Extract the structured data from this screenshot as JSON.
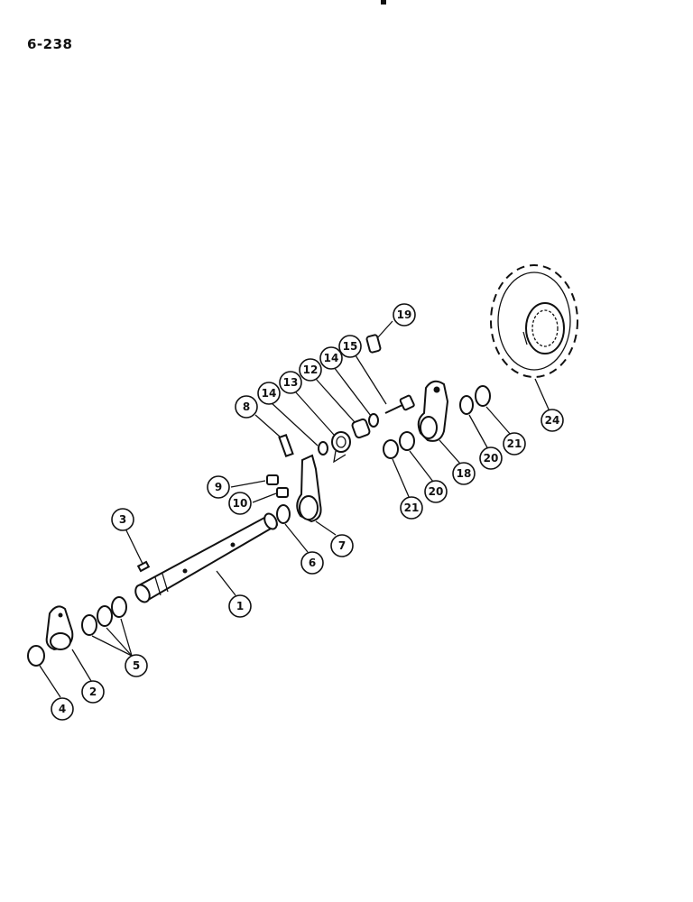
{
  "page": {
    "number": "6-238"
  },
  "callouts": [
    {
      "id": "c1",
      "label": "1"
    },
    {
      "id": "c2",
      "label": "2"
    },
    {
      "id": "c3",
      "label": "3"
    },
    {
      "id": "c4",
      "label": "4"
    },
    {
      "id": "c5",
      "label": "5"
    },
    {
      "id": "c6",
      "label": "6"
    },
    {
      "id": "c7",
      "label": "7"
    },
    {
      "id": "c8",
      "label": "8"
    },
    {
      "id": "c9",
      "label": "9"
    },
    {
      "id": "c10",
      "label": "10"
    },
    {
      "id": "c12",
      "label": "12"
    },
    {
      "id": "c13",
      "label": "13"
    },
    {
      "id": "c14a",
      "label": "14"
    },
    {
      "id": "c14b",
      "label": "14"
    },
    {
      "id": "c15",
      "label": "15"
    },
    {
      "id": "c18",
      "label": "18"
    },
    {
      "id": "c19",
      "label": "19"
    },
    {
      "id": "c20a",
      "label": "20"
    },
    {
      "id": "c20b",
      "label": "20"
    },
    {
      "id": "c21a",
      "label": "21"
    },
    {
      "id": "c21b",
      "label": "21"
    },
    {
      "id": "c24",
      "label": "24"
    }
  ]
}
